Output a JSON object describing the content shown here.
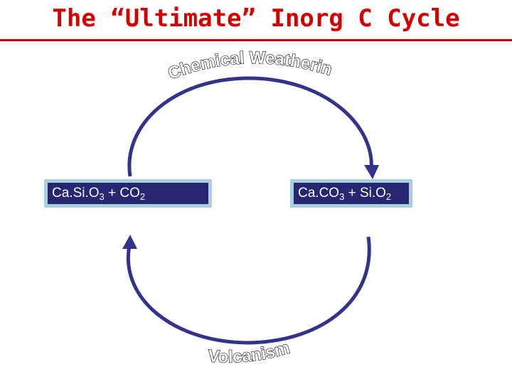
{
  "title": "The “Ultimate” Inorg C Cycle",
  "top_label": "Chemical Weathering",
  "bottom_label": "Volcanism",
  "left_box": {
    "base1": "Ca.Si.O",
    "sub1": "3",
    "mid": " + CO",
    "sub2": "2"
  },
  "right_box": {
    "base1": "Ca.CO",
    "sub1": "3",
    "mid": " + Si.O",
    "sub2": "2"
  },
  "colors": {
    "title": "#d40000",
    "title_rule": "#c00000",
    "arrow": "#33338c",
    "box_fill": "#262673",
    "box_border": "#a9cfe0",
    "label": "#000000"
  }
}
